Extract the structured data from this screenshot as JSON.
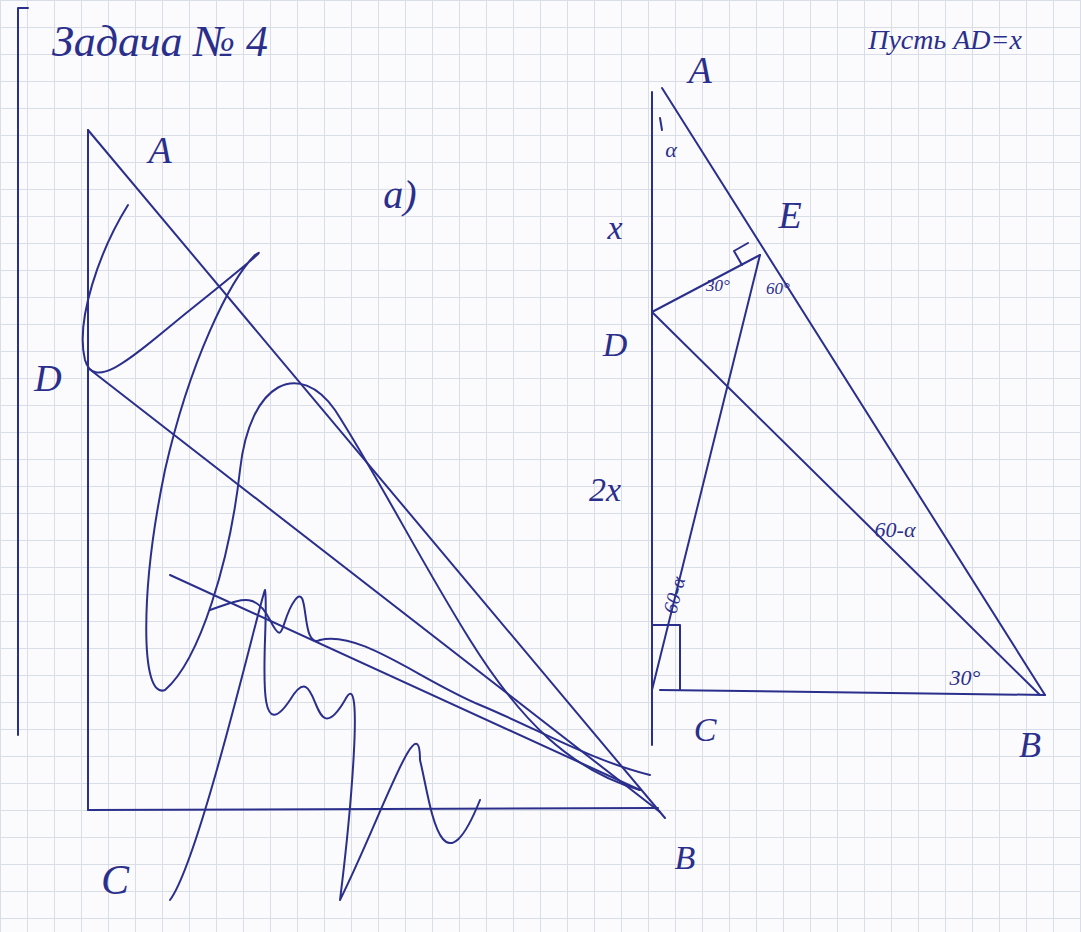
{
  "diagram": {
    "title": "Задача № 4",
    "labels": [
      "а)",
      "Пусть AD=x",
      "A",
      "D",
      "C",
      "B",
      "A",
      "E",
      "D",
      "C",
      "B",
      "x",
      "2x",
      "α",
      "30°",
      "60°",
      "60-α",
      "60-α",
      "30°"
    ]
  }
}
